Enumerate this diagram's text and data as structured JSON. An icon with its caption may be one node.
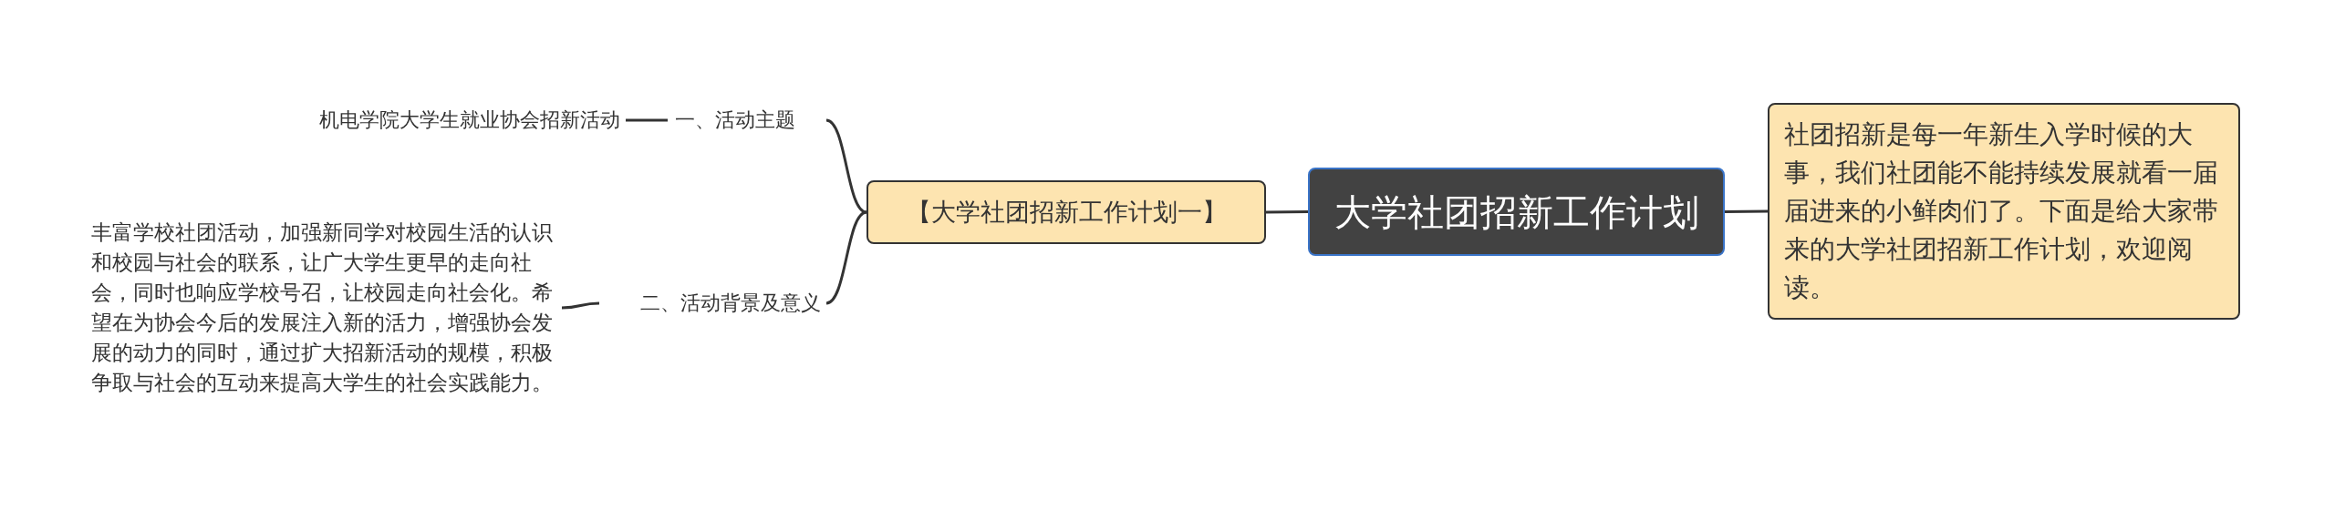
{
  "diagram": {
    "nodes": [
      {
        "text": [
          "大学社团招新工作计划"
        ]
      },
      {
        "text": [
          "社团招新是每一年新生入学时候的大事，我们社团能不能持续发展就看一届届进来的小鲜肉们了。下面是给大家带来的大学社团招新工作计划，欢迎阅读。"
        ]
      },
      {
        "text": [
          "【大学社团招新工作计划一】"
        ]
      },
      {
        "text": [
          "一、活动主题"
        ]
      },
      {
        "text": [
          "机电学院大学生就业协会招新活动"
        ]
      },
      {
        "text": [
          "二、活动背景及意义"
        ]
      },
      {
        "text": [
          "丰富学校社团活动，加强新同学对校园生活的认识和校园与社会的联系，让广大学生更早的走向社会，同时也响应学校号召，让校园走向社会化。希望在为协会今后的发展注入新的活力，增强协会发展的动力的同时，通过扩大招新活动的规模，积极争取与社会的互动来提高大学生的社会实践能力。"
        ]
      }
    ],
    "edges": [
      {
        "from": 0,
        "to": 1,
        "arrow": "none"
      },
      {
        "from": 0,
        "to": 2,
        "arrow": "none"
      },
      {
        "from": 2,
        "to": 3,
        "arrow": "none"
      },
      {
        "from": 3,
        "to": 4,
        "arrow": "none"
      },
      {
        "from": 2,
        "to": 5,
        "arrow": "none"
      },
      {
        "from": 5,
        "to": 6,
        "arrow": "none"
      }
    ]
  }
}
